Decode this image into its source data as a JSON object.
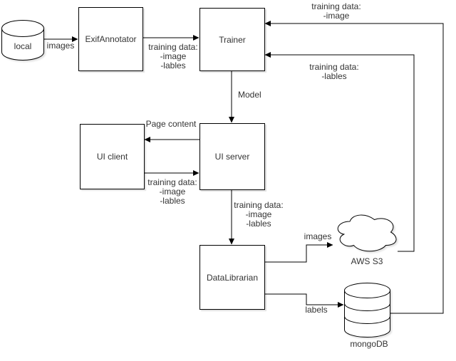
{
  "nodes": {
    "local": "local",
    "exif_annotator": "ExifAnnotator",
    "trainer": "Trainer",
    "ui_client": "UI client",
    "ui_server": "UI server",
    "data_librarian": "DataLibrarian",
    "aws_s3": "AWS S3",
    "mongodb": "mongoDB"
  },
  "edge_labels": {
    "local_to_exif": "images",
    "exif_to_trainer": [
      "training data:",
      "-image",
      "-lables"
    ],
    "mongo_to_trainer": [
      "training data:",
      "-image"
    ],
    "s3_to_trainer": [
      "training data:",
      "-lables"
    ],
    "trainer_to_uiserver": "Model",
    "uiserver_to_uiclient": "Page content",
    "uiclient_to_uiserver": [
      "training data:",
      "-image",
      "-lables"
    ],
    "uiserver_to_datalibrarian": [
      "training data:",
      "-image",
      "-lables"
    ],
    "datalibrarian_to_s3": "images",
    "datalibrarian_to_mongo": "labels"
  },
  "colors": {
    "stroke": "#000000",
    "shape_fill": "#ffffff",
    "text": "#333333",
    "background": "#ffffff"
  }
}
